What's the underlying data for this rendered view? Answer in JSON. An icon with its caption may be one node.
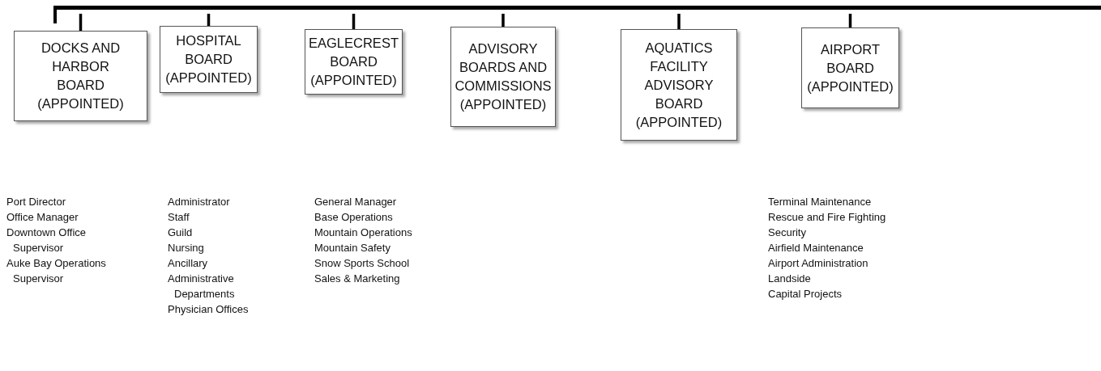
{
  "diagram": {
    "nodes": [
      {
        "text": [
          "DOCKS AND HARBOR BOARD (APPOINTED)"
        ],
        "beside": [
          "Port Director",
          "Office Manager",
          "Downtown Office Supervisor",
          "Auke Bay Operations Supervisor"
        ]
      },
      {
        "text": [
          "HOSPITAL BOARD (APPOINTED)"
        ],
        "beside": [
          "Administrator",
          "Staff",
          "Guild",
          "Nursing",
          "Ancillary",
          "Administrative Departments",
          "Physician Offices"
        ]
      },
      {
        "text": [
          "EAGLECREST BOARD (APPOINTED)"
        ],
        "beside": [
          "General Manager",
          "Base Operations",
          "Mountain Operations",
          "Mountain Safety",
          "Snow Sports School",
          "Sales & Marketing"
        ]
      },
      {
        "text": [
          "ADVISORY BOARDS AND COMMISSIONS (APPOINTED)"
        ]
      },
      {
        "text": [
          "AQUATICS FACILITY ADVISORY BOARD (APPOINTED)"
        ]
      },
      {
        "text": [
          "AIRPORT BOARD (APPOINTED)"
        ],
        "beside": [
          "Terminal Maintenance",
          "Rescue and Fire Fighting",
          "Security",
          "Airfield Maintenance",
          "Airport Administration",
          "Landside",
          "Capital Projects"
        ]
      },
      {
        "text": [],
        "shape": "bar"
      }
    ],
    "edges": [
      {
        "from": 6,
        "to": 0,
        "arrow": "none"
      },
      {
        "from": 6,
        "to": 1,
        "arrow": "none"
      },
      {
        "from": 6,
        "to": 2,
        "arrow": "none"
      },
      {
        "from": 6,
        "to": 3,
        "arrow": "none"
      },
      {
        "from": 6,
        "to": 4,
        "arrow": "none"
      },
      {
        "from": 6,
        "to": 5,
        "arrow": "none"
      }
    ]
  }
}
